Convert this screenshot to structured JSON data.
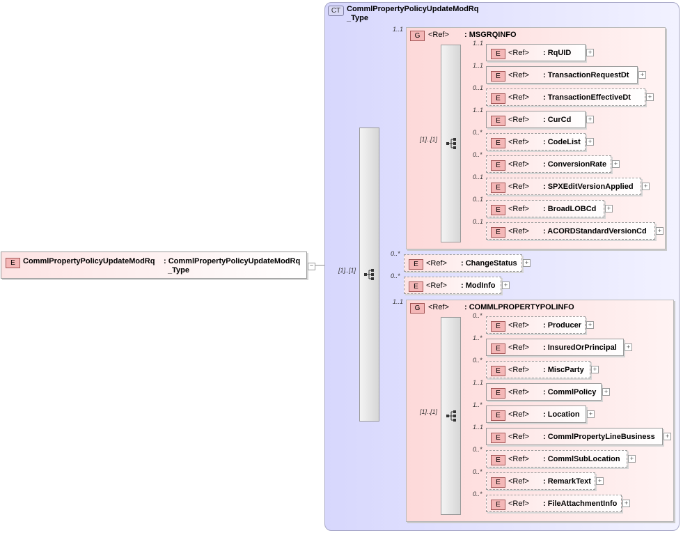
{
  "root": {
    "badge": "E",
    "name": "CommlPropertyPolicyUpdateModRq",
    "type_line1": ": CommlPropertyPolicyUpdateModRq",
    "type_line2": "_Type"
  },
  "complex_type": {
    "badge": "CT",
    "title_line1": "CommlPropertyPolicyUpdateModRq",
    "title_line2": "_Type"
  },
  "outer_sequence": {
    "cardinality": "[1]..[1]"
  },
  "ref_label": "<Ref>",
  "group_badge": "G",
  "element_badge": "E",
  "expand_symbol": "+",
  "collapse_symbol": "−",
  "msgrqinfo": {
    "cardinality": "1..1",
    "name": ": MSGRQINFO",
    "sequence_cardinality": "[1]..[1]",
    "elements": [
      {
        "card": "1..1",
        "name": ": RqUID"
      },
      {
        "card": "1..1",
        "name": ": TransactionRequestDt"
      },
      {
        "card": "0..1",
        "name": ": TransactionEffectiveDt"
      },
      {
        "card": "1..1",
        "name": ": CurCd"
      },
      {
        "card": "0..*",
        "name": ": CodeList"
      },
      {
        "card": "0..*",
        "name": ": ConversionRate"
      },
      {
        "card": "0..1",
        "name": ": SPXEditVersionApplied"
      },
      {
        "card": "0..1",
        "name": ": BroadLOBCd"
      },
      {
        "card": "0..1",
        "name": ": ACORDStandardVersionCd"
      }
    ]
  },
  "middle_elements": [
    {
      "card": "0..*",
      "name": ": ChangeStatus"
    },
    {
      "card": "0..*",
      "name": ": ModInfo"
    }
  ],
  "commlpropertypolinfo": {
    "cardinality": "1..1",
    "name": ": COMMLPROPERTYPOLINFO",
    "sequence_cardinality": "[1]..[1]",
    "elements": [
      {
        "card": "0..*",
        "name": ": Producer"
      },
      {
        "card": "1..*",
        "name": ": InsuredOrPrincipal"
      },
      {
        "card": "0..*",
        "name": ": MiscParty"
      },
      {
        "card": "1..1",
        "name": ": CommlPolicy"
      },
      {
        "card": "1..*",
        "name": ": Location"
      },
      {
        "card": "1..1",
        "name": ": CommlPropertyLineBusiness"
      },
      {
        "card": "0..*",
        "name": ": CommlSubLocation"
      },
      {
        "card": "0..*",
        "name": ": RemarkText"
      },
      {
        "card": "0..*",
        "name": ": FileAttachmentInfo"
      }
    ]
  }
}
